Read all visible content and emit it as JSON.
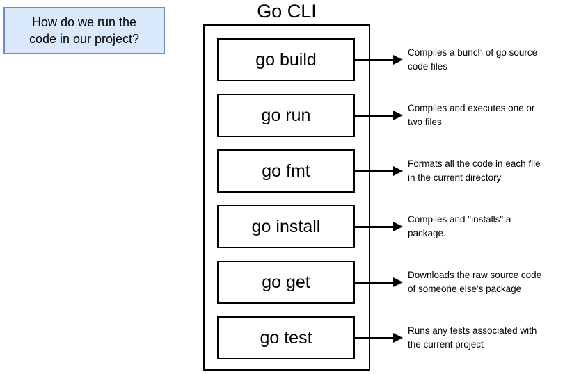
{
  "question_box": {
    "text": "How do we run the\ncode in our project?",
    "fill_color": "#dae8fc",
    "border_color": "#6c8ebf"
  },
  "diagram": {
    "title": "Go CLI",
    "border_color": "#000000"
  },
  "rows": [
    {
      "command": "go build",
      "description": "Compiles a bunch of go source\ncode files"
    },
    {
      "command": "go run",
      "description": "Compiles and executes one or\ntwo files"
    },
    {
      "command": "go fmt",
      "description": "Formats all the code in each file\nin the current directory"
    },
    {
      "command": "go install",
      "description": "Compiles and \"installs\" a\npackage."
    },
    {
      "command": "go get",
      "description": "Downloads the raw source code\nof someone else's package"
    },
    {
      "command": "go test",
      "description": "Runs any tests associated with\nthe current project"
    }
  ]
}
